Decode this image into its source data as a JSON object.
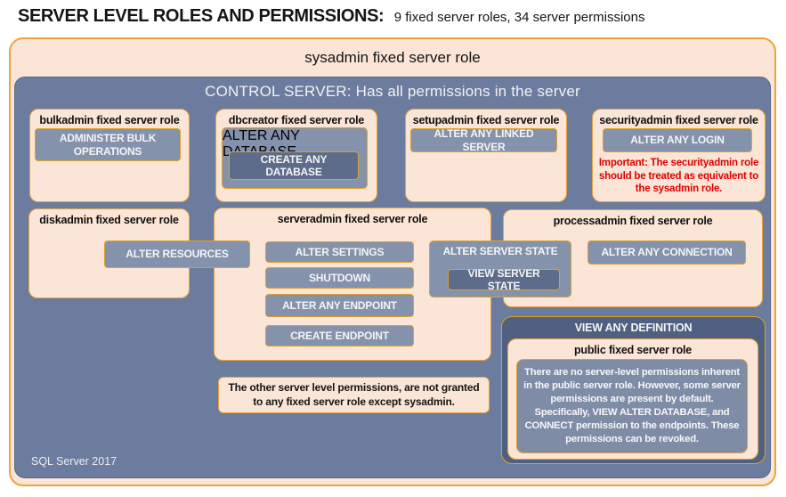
{
  "header": {
    "title": "SERVER LEVEL ROLES AND PERMISSIONS:",
    "subtitle": "9 fixed server roles, 34 server permissions"
  },
  "sysadmin": {
    "label": "sysadmin fixed server role"
  },
  "control_server": {
    "label": "CONTROL SERVER: Has all permissions in the server",
    "footer": "SQL Server 2017"
  },
  "roles": {
    "bulkadmin": {
      "title": "bulkadmin fixed server role",
      "permissions": [
        "ADMINISTER BULK OPERATIONS"
      ]
    },
    "dbcreator": {
      "title": "dbcreator fixed server role",
      "permissions": [
        "ALTER ANY DATABASE",
        "CREATE ANY DATABASE"
      ]
    },
    "setupadmin": {
      "title": "setupadmin fixed server role",
      "permissions": [
        "ALTER ANY LINKED SERVER"
      ]
    },
    "securityadmin": {
      "title": "securityadmin fixed server role",
      "permissions": [
        "ALTER ANY LOGIN"
      ],
      "note": "Important: The securityadmin role should be treated as equivalent to the sysadmin role."
    },
    "diskadmin": {
      "title": "diskadmin fixed server role",
      "permissions": [
        "ALTER RESOURCES"
      ]
    },
    "serveradmin": {
      "title": "serveradmin fixed server role",
      "permissions": [
        "ALTER SETTINGS",
        "SHUTDOWN",
        "ALTER ANY ENDPOINT",
        "CREATE ENDPOINT",
        "ALTER SERVER STATE",
        "VIEW SERVER STATE"
      ]
    },
    "processadmin": {
      "title": "processadmin fixed server role",
      "permissions": [
        "ALTER ANY CONNECTION"
      ]
    },
    "public": {
      "container_label": "VIEW ANY DEFINITION",
      "title": "public fixed server role",
      "note": "There are no server-level permissions inherent in the public server role. However, some server permissions are present by default. Specifically, VIEW ALTER DATABASE, and CONNECT permission to the endpoints. These permissions can be revoked."
    }
  },
  "notes": {
    "other_permissions": "The other server level permissions, are not granted to any fixed server role except sysadmin."
  },
  "colors": {
    "peach": "#FBE5D6",
    "slate_blue": "#6B7C9E",
    "dark_slate": "#4F6080",
    "button_blue": "#8492AC",
    "dark_button_blue": "#5D6C8B",
    "gold_border": "#E8A33D",
    "alert_red": "#E00000"
  }
}
